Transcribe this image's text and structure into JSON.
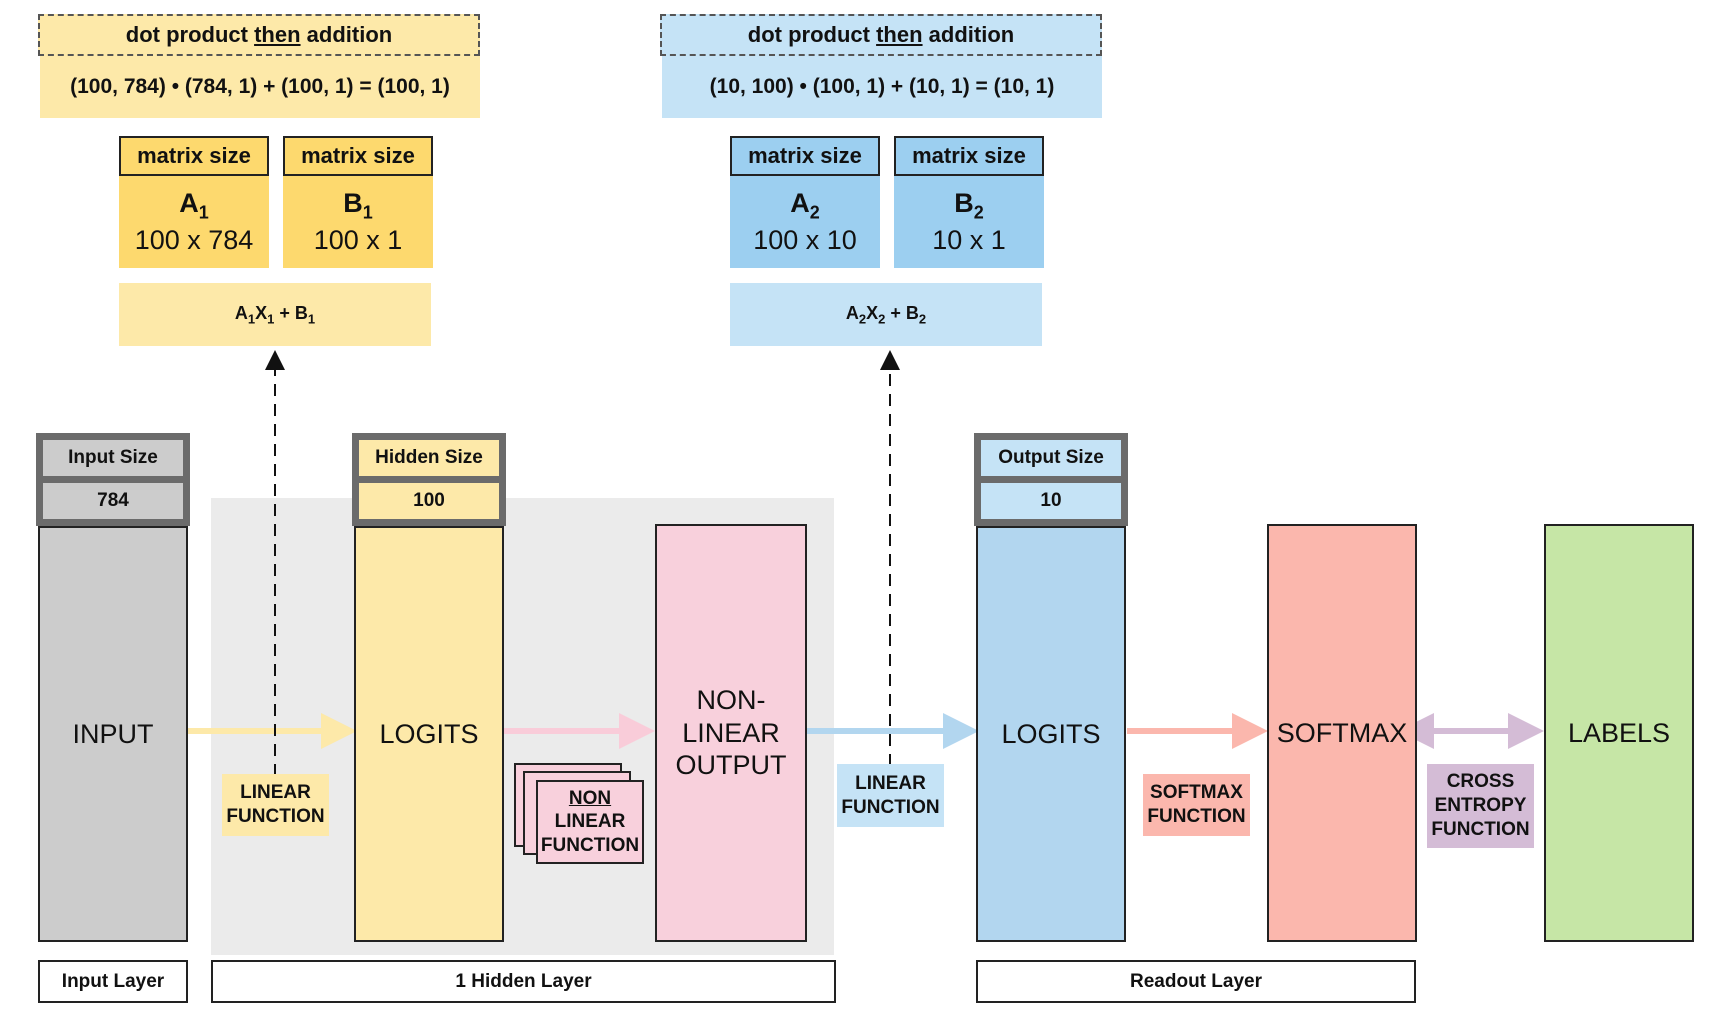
{
  "colors": {
    "yellow_light": "#fde9a9",
    "yellow_mid": "#fdd96e",
    "blue_light": "#c5e3f6",
    "blue_mid": "#9ccff0",
    "gray": "#cccccc",
    "hidden_bg": "#ebebeb",
    "pink": "#f8d0dc",
    "logits_blue": "#b2d6ef",
    "salmon": "#fbb7ad",
    "green": "#c6e6a6",
    "purple": "#d4bcd6",
    "arrow_yellow": "#fde9a9",
    "arrow_pink": "#f9ccd9",
    "arrow_blue": "#b2d6ef",
    "arrow_salmon": "#fbb7ad",
    "arrow_purple": "#d4bcd6"
  },
  "left_top": {
    "header_pre": "dot product ",
    "header_then": "then",
    "header_post": " addition",
    "formula": "(100, 784) • (784, 1) + (100, 1) = (100, 1)",
    "matrix_a": {
      "size_label": "matrix size",
      "name": "A",
      "sub": "1",
      "dims": "100 x 784"
    },
    "matrix_b": {
      "size_label": "matrix size",
      "name": "B",
      "sub": "1",
      "dims": "100 x 1"
    },
    "linear": {
      "a": "A",
      "a_sub": "1",
      "x": "X",
      "x_sub": "1",
      "plus": " + B",
      "b_sub": "1"
    }
  },
  "right_top": {
    "header_pre": "dot product ",
    "header_then": "then",
    "header_post": " addition",
    "formula": "(10, 100) • (100, 1) + (10, 1) = (10, 1)",
    "matrix_a": {
      "size_label": "matrix size",
      "name": "A",
      "sub": "2",
      "dims": "100 x 10"
    },
    "matrix_b": {
      "size_label": "matrix size",
      "name": "B",
      "sub": "2",
      "dims": "10 x 1"
    },
    "linear": {
      "a": "A",
      "a_sub": "2",
      "x": "X",
      "x_sub": "2",
      "plus": " + B",
      "b_sub": "2"
    }
  },
  "headers": {
    "input": {
      "title": "Input Size",
      "value": "784"
    },
    "hidden": {
      "title": "Hidden Size",
      "value": "100"
    },
    "output": {
      "title": "Output Size",
      "value": "10"
    }
  },
  "columns": {
    "input": "INPUT",
    "logits1": "LOGITS",
    "nonlinear": [
      "NON-",
      "LINEAR",
      "OUTPUT"
    ],
    "logits2": "LOGITS",
    "softmax": "SOFTMAX",
    "labels": "LABELS"
  },
  "functions": {
    "linear1": [
      "LINEAR",
      "FUNCTION"
    ],
    "nonlinear": [
      "NON",
      "LINEAR",
      "FUNCTION"
    ],
    "linear2": [
      "LINEAR",
      "FUNCTION"
    ],
    "softmax": [
      "SOFTMAX",
      "FUNCTION"
    ],
    "cross_entropy": [
      "CROSS",
      "ENTROPY",
      "FUNCTION"
    ]
  },
  "layers": {
    "input": "Input Layer",
    "hidden": "1 Hidden Layer",
    "readout": "Readout Layer"
  }
}
